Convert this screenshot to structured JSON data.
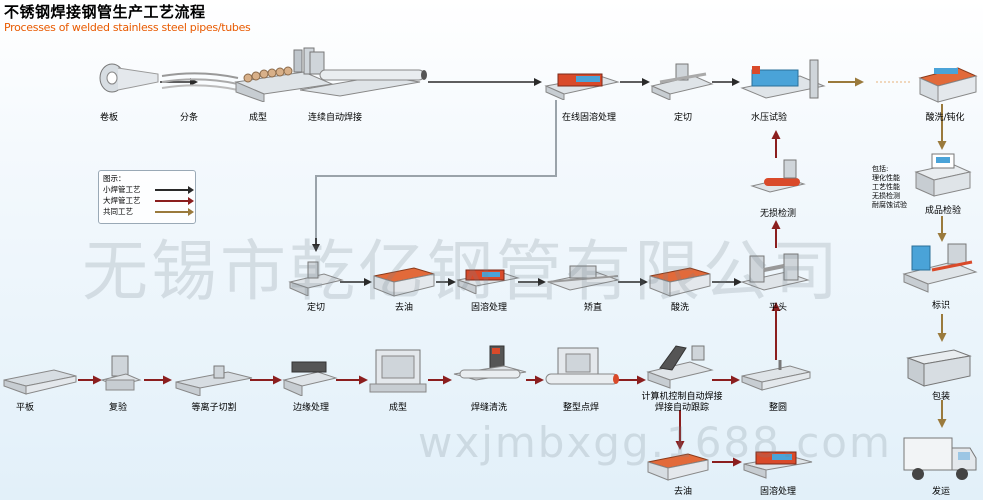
{
  "title": {
    "cn": "不锈钢焊接钢管生产工艺流程",
    "en": "Processes of welded stainless steel pipes/tubes"
  },
  "legend": {
    "heading": "图示：",
    "items": [
      {
        "label": "小焊管工艺",
        "color": "#2a2a2a"
      },
      {
        "label": "大焊管工艺",
        "color": "#8b1e1e"
      },
      {
        "label": "共同工艺",
        "color": "#9a7a3c"
      }
    ]
  },
  "steps": {
    "coil": "卷板",
    "slit": "分条",
    "form_small": "成型",
    "cont_weld": "连续自动焊接",
    "inline_solution": "在线固溶处理",
    "cut_small": "定切",
    "hydro_test": "水压试验",
    "pickle_passivate": "酸洗/钝化",
    "ndt": "无损检测",
    "product_inspect": "成品检验",
    "marking": "标识",
    "cut_mid": "定切",
    "degrease_mid": "去油",
    "solution_mid": "固溶处理",
    "straighten": "矫直",
    "pickle": "酸洗",
    "flat_head": "平头",
    "plate": "平板",
    "recheck": "复验",
    "plasma_cut": "等离子切割",
    "edge_process": "边缘处理",
    "form_large": "成型",
    "weld_clean": "焊缝清洗",
    "tack_weld": "整型点焊",
    "cnc_weld": "计算机控制自动焊接",
    "seam_track": "焊接自动跟踪",
    "round": "整圆",
    "degrease_bottom": "去油",
    "solution_bottom": "固溶处理",
    "package": "包装",
    "ship": "发运"
  },
  "inspect_notes": [
    "包括:",
    "理化性能",
    "工艺性能",
    "无损检测",
    "耐腐蚀试验"
  ],
  "watermark": {
    "company": "无锡市乾亿钢管有限公司",
    "site": "wxjmbxgg.1688.com"
  },
  "colors": {
    "small": "#2a2a2a",
    "large": "#8b1e1e",
    "common": "#9a7a3c",
    "line": "#9aa3aa"
  }
}
